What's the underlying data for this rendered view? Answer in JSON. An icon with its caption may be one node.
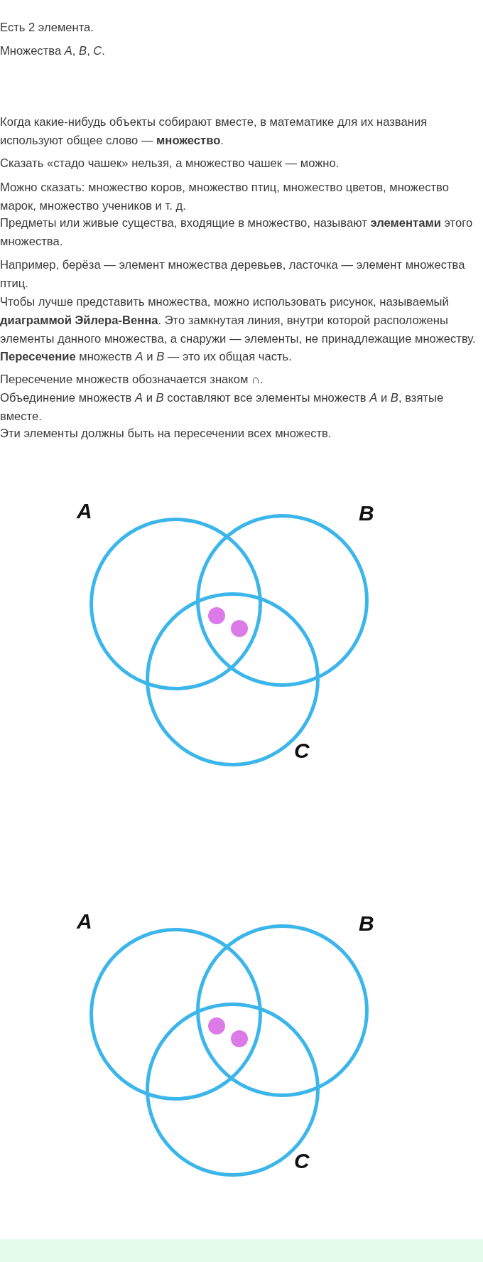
{
  "diagram": {
    "nodes": [
      {
        "text": [
          "A"
        ]
      },
      {
        "text": [
          "B"
        ]
      },
      {
        "text": [
          "C"
        ]
      },
      {
        "text": [],
        "shape": "circle"
      },
      {
        "text": [],
        "shape": "circle"
      },
      {
        "text": [
          "A"
        ]
      },
      {
        "text": [
          "B"
        ]
      },
      {
        "text": [
          "C"
        ]
      },
      {
        "text": [],
        "shape": "circle"
      },
      {
        "text": [],
        "shape": "circle"
      }
    ],
    "edges": [],
    "labels": [
      "Есть 2 элемента.",
      "Множества *A*, *B*, *C*.",
      "Когда какие-нибудь объекты собирают вместе, в математике для их названия используют общее слово — **множество**.",
      "Сказать «стадо чашек» нельзя, а множество чашек — можно.",
      "Можно сказать: множество коров, множество птиц, множество цветов, множество марок, множество учеников и т. д.",
      "Предметы или живые существа, входящие в множество, называют **элементами** этого множества.",
      "Например, берёза — элемент множества деревьев, ласточка — элемент множества птиц.",
      "Чтобы лучше представить множества, можно использовать рисунок, называемый **диаграммой Эйлера-Венна**. Это замкнутая линия, внутри которой расположены элементы данного множества, а снаружи — элементы, не принадлежащие множеству.",
      "**Пересечение** множеств *A* и *B* — это их общая часть.",
      "Пересечение множеств обозначается знаком ∩.",
      "Объединение множеств *A* и *B* составляют все элементы множеств *A* и *B*, взятые вместе.",
      "Эти элементы должны быть на пересечении всех множеств."
    ]
  }
}
